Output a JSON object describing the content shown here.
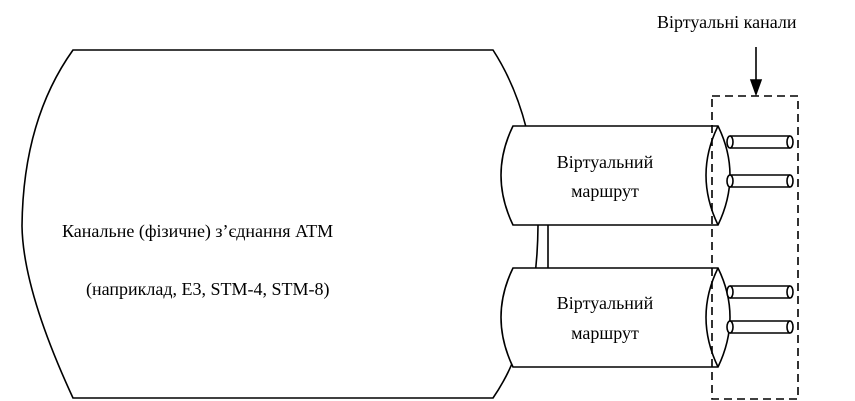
{
  "diagram": {
    "virtual_channels_label": "Віртуальні канали",
    "physical_connection": {
      "line1": "Канальне (фізичне) з’єднання ATM",
      "line2": "(наприклад, E3, STM-4, STM-8)"
    },
    "virtual_paths": [
      {
        "line1": "Віртуальний",
        "line2": "маршрут"
      },
      {
        "line1": "Віртуальний",
        "line2": "маршрут"
      }
    ]
  }
}
